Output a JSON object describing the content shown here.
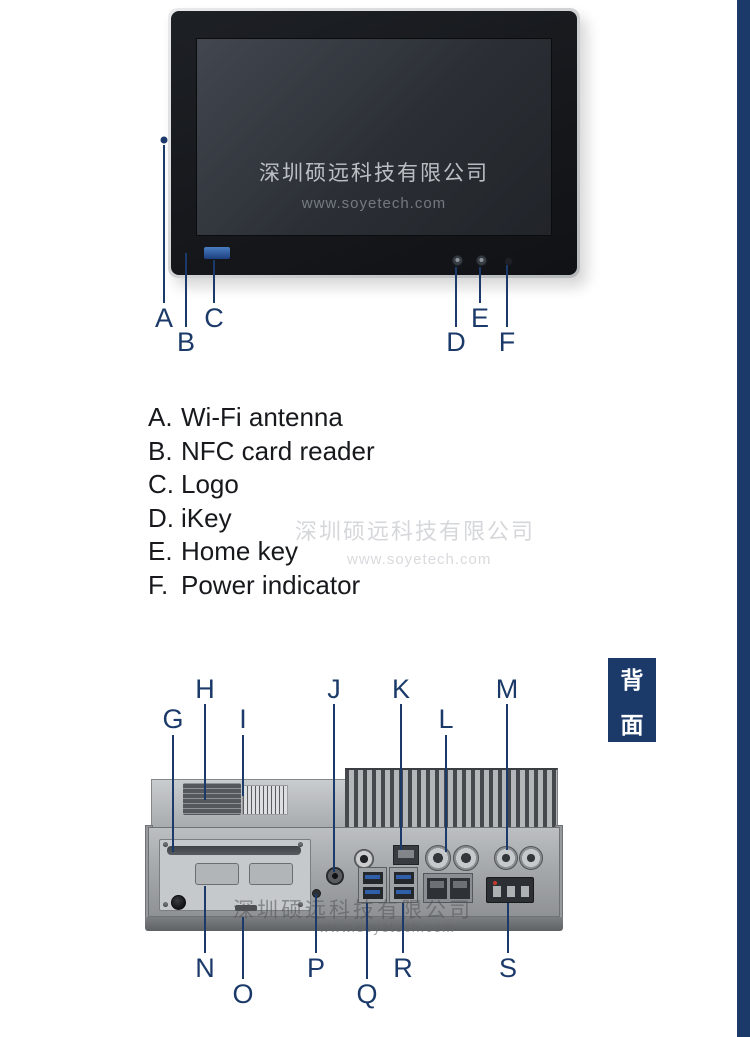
{
  "colors": {
    "accent": "#1b3a69",
    "logo_blue": "#2d5da8",
    "usb_blue": "#2f5fa8"
  },
  "watermark": {
    "company": "深圳硕远科技有限公司",
    "website": "www.soyetech.com"
  },
  "front_view": {
    "callouts": [
      "A",
      "B",
      "C",
      "D",
      "E",
      "F"
    ]
  },
  "legend": {
    "items": [
      {
        "letter": "A.",
        "label": "Wi-Fi antenna"
      },
      {
        "letter": "B.",
        "label": "NFC card reader"
      },
      {
        "letter": "C.",
        "label": "Logo"
      },
      {
        "letter": "D.",
        "label": "iKey"
      },
      {
        "letter": "E.",
        "label": "Home key"
      },
      {
        "letter": "F.",
        "label": "Power indicator"
      }
    ]
  },
  "rear_view": {
    "callouts_top": [
      "G",
      "H",
      "I",
      "J",
      "K",
      "L",
      "M"
    ],
    "callouts_bottom": [
      "N",
      "O",
      "P",
      "Q",
      "R",
      "S"
    ]
  },
  "side_tab": {
    "line1": "背",
    "line2": "面"
  }
}
